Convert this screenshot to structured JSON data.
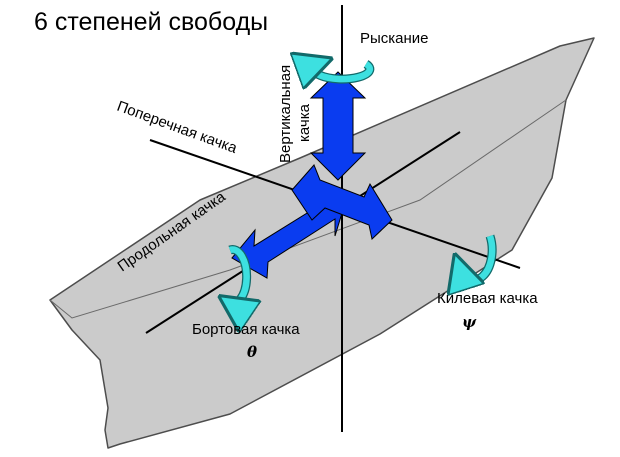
{
  "title": "6 степеней свободы",
  "labels": {
    "yaw": "Рыскание",
    "heave_line1": "Вертикальная",
    "heave_line2": "качка",
    "sway": "Поперечная качка",
    "surge": "Продольная качка",
    "pitch": "Килевая качка",
    "pitch_symbol": "ψ",
    "roll": "Бортовая качка",
    "roll_symbol": "θ"
  },
  "colors": {
    "hull": "#cbcbcb",
    "hull_outline": "#4d4d4d",
    "arrow_blue": "#0a3cf0",
    "rotation_cyan": "#3de0e0",
    "axis": "#000000"
  }
}
